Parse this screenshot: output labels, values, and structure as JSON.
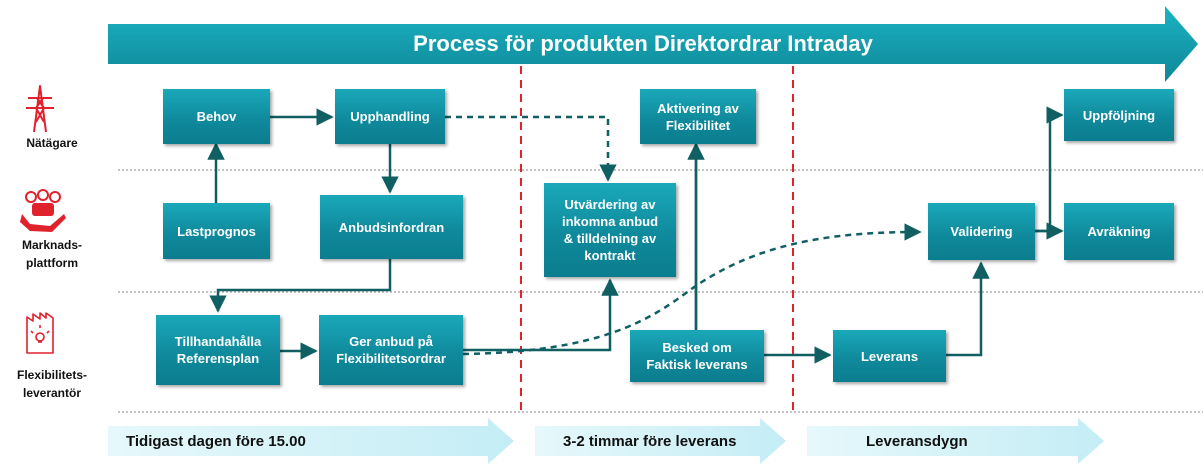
{
  "title": "Process för produkten Direktordrar Intraday",
  "roles": {
    "natagare": "Nätägare",
    "marknadsplattform": "Marknads-\nplattform",
    "flexibilitetsleverantor": "Flexibilitets-\nleverantör"
  },
  "boxes": {
    "behov": "Behov",
    "upphandling": "Upphandling",
    "aktivering": "Aktivering av\nFlexibilitet",
    "uppfoljning": "Uppföljning",
    "lastprognos": "Lastprognos",
    "anbudsinfordran": "Anbudsinfordran",
    "utvardering": "Utvärdering av\ninkomna anbud\n& tilldelning av\nkontrakt",
    "validering": "Validering",
    "avrakning": "Avräkning",
    "tillhandahalla": "Tillhandahålla\nReferensplan",
    "ger_anbud": "Ger anbud på\nFlexibilitetsordrar",
    "besked": "Besked om\nFaktisk leverans",
    "leverans": "Leverans"
  },
  "phases": {
    "phase1": "Tidigast dagen före 15.00",
    "phase2": "3-2 timmar före leverans",
    "phase3": "Leveransdygn"
  },
  "colors": {
    "box": "#11909f",
    "connector": "#0f5f63",
    "phase_divider": "#e0222d",
    "title_arrow": "#1599a8",
    "phase_arrow": "#cdeff6",
    "icons": "#e0222d"
  },
  "icons": {
    "natagare": "power-tower-icon",
    "marknadsplattform": "people-hand-icon",
    "flexibilitetsleverantor": "factory-bulb-icon"
  }
}
